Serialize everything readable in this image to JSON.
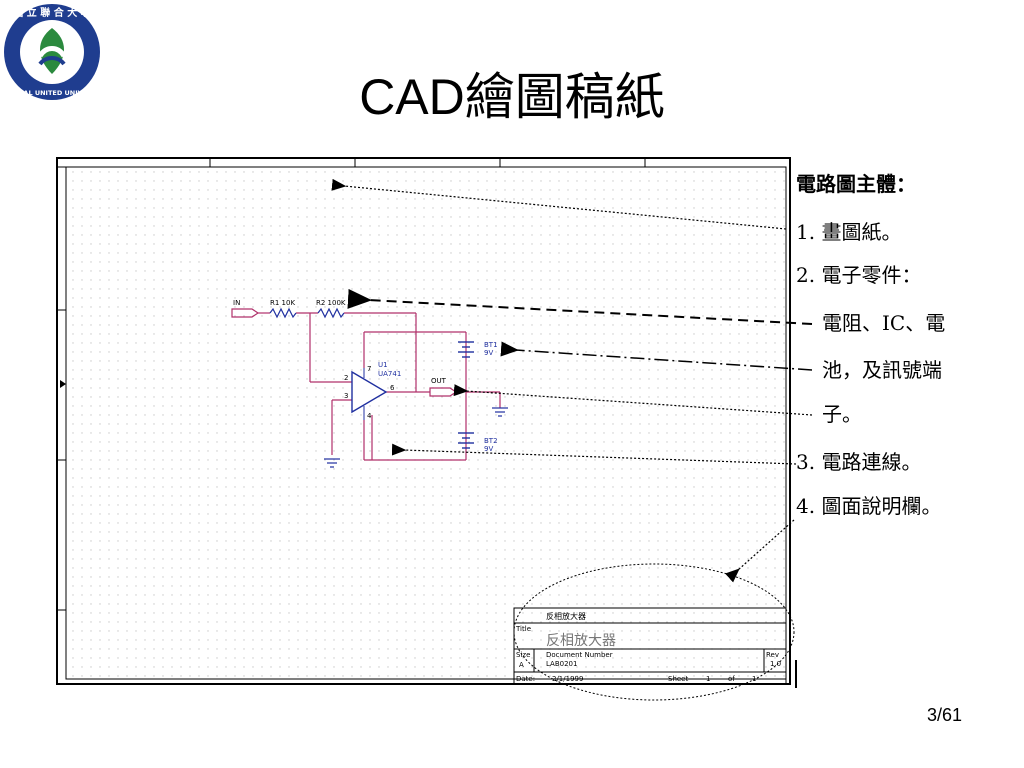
{
  "title": "CAD繪圖稿紙",
  "logo": {
    "text": "國立聯合大學 NATIONAL UNITED UNIVERSITY",
    "colors": {
      "ring": "#1f3d8f",
      "leaf": "#2b8a3e"
    }
  },
  "notes": {
    "heading": "電路圖主體：",
    "items": [
      "1.  畫圖紙。",
      "2.  電子零件：",
      "電阻、IC、電",
      "池，及訊號端",
      "子。",
      "3.  電路連線。",
      "4.  圖面說明欄。"
    ]
  },
  "schematic": {
    "in_label": "IN",
    "r1": "R1  10K",
    "r2": "R2  100K",
    "u1": "U1",
    "u1_part": "UA741",
    "bt1": "BT1",
    "bt1_v": "9V",
    "bt2": "BT2",
    "bt2_v": "9V",
    "out_label": "OUT",
    "pin2": "2",
    "pin3": "3",
    "pin6": "6",
    "pin7": "7",
    "pin4": "4",
    "wire_color": "#b0306a",
    "part_color": "#2030a0"
  },
  "title_block": {
    "school": "反相放大器",
    "title_label": "Title",
    "title_value": "反相放大器",
    "size_label": "Size",
    "size_value": "A",
    "docnum_label": "Document Number",
    "docnum_value": "LAB0201",
    "rev_label": "Rev",
    "rev_value": "1.0",
    "date_label": "Date:",
    "date_value": "2/1/1999",
    "sheet_label": "Sheet",
    "sheet_value": "1",
    "of_label": "of",
    "of_value": "1"
  },
  "page_number": "3/61"
}
